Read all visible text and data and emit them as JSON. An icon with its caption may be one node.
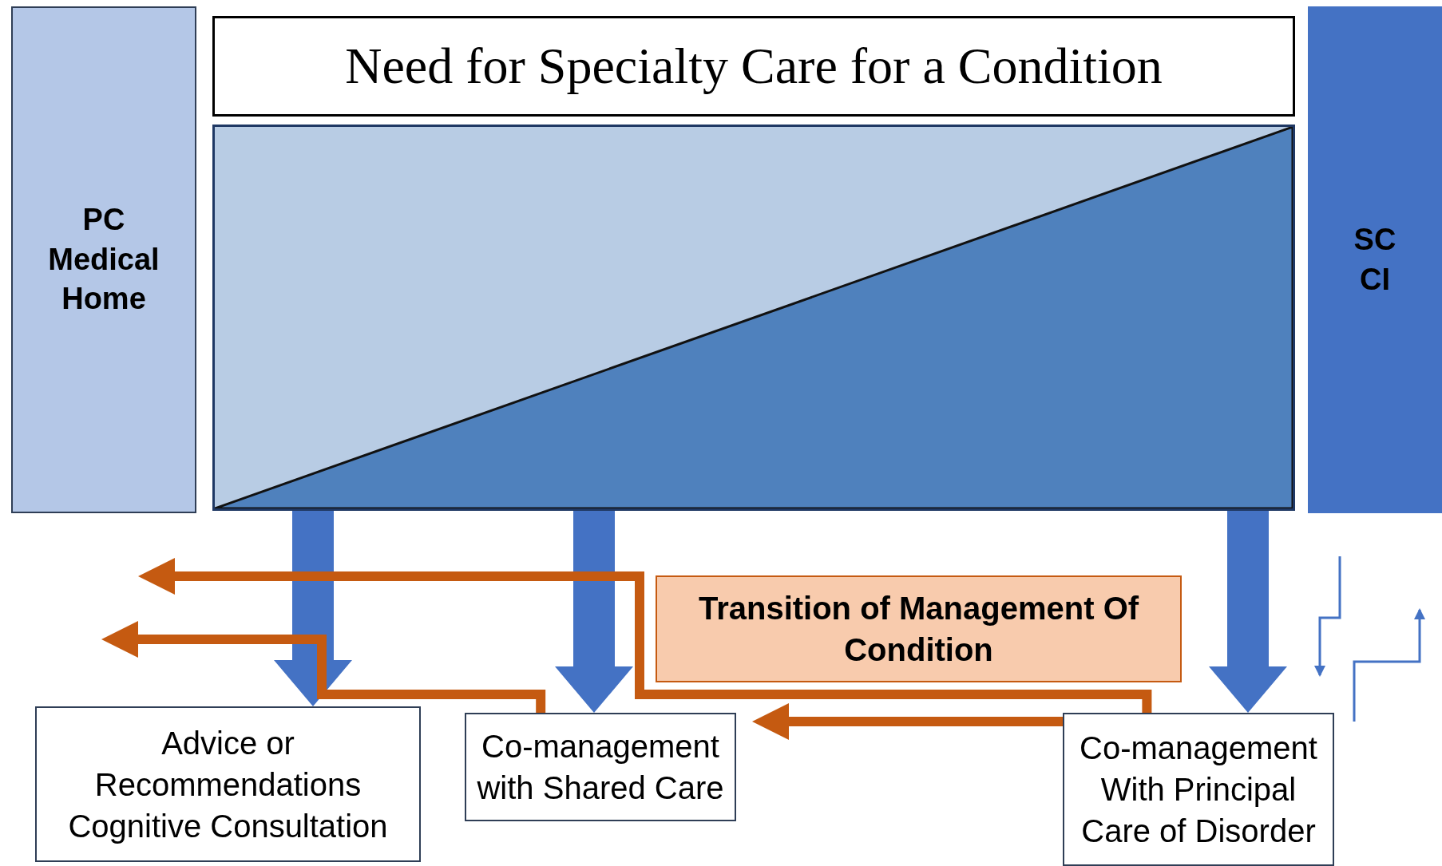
{
  "diagram": {
    "nodes": [
      {
        "text": [
          "PC Medical Home"
        ]
      },
      {
        "text": [
          "Need for Specialty Care for a Condition"
        ]
      },
      {
        "text": [],
        "shape": "box"
      },
      {
        "text": [
          "SC CI"
        ]
      },
      {
        "text": [
          "Transition of Management Of Condition"
        ]
      },
      {
        "text": [
          "Advice or Recommendations Cognitive Consultation"
        ]
      },
      {
        "text": [
          "Co-management with Shared Care"
        ]
      },
      {
        "text": [
          "Co-management With Principal Care of Disorder"
        ]
      }
    ],
    "edges": [
      {
        "from": 2,
        "to": 5,
        "arrow": "to",
        "color": "#4472c4"
      },
      {
        "from": 2,
        "to": 6,
        "arrow": "to",
        "color": "#4472c4"
      },
      {
        "from": 2,
        "to": 7,
        "arrow": "to",
        "color": "#4472c4"
      },
      {
        "from": 7,
        "to": null,
        "arrow": "to",
        "color": "#c55a11"
      },
      {
        "from": 6,
        "to": null,
        "arrow": "to",
        "color": "#c55a11"
      },
      {
        "from": 7,
        "to": 6,
        "arrow": "to",
        "color": "#c55a11"
      }
    ]
  }
}
